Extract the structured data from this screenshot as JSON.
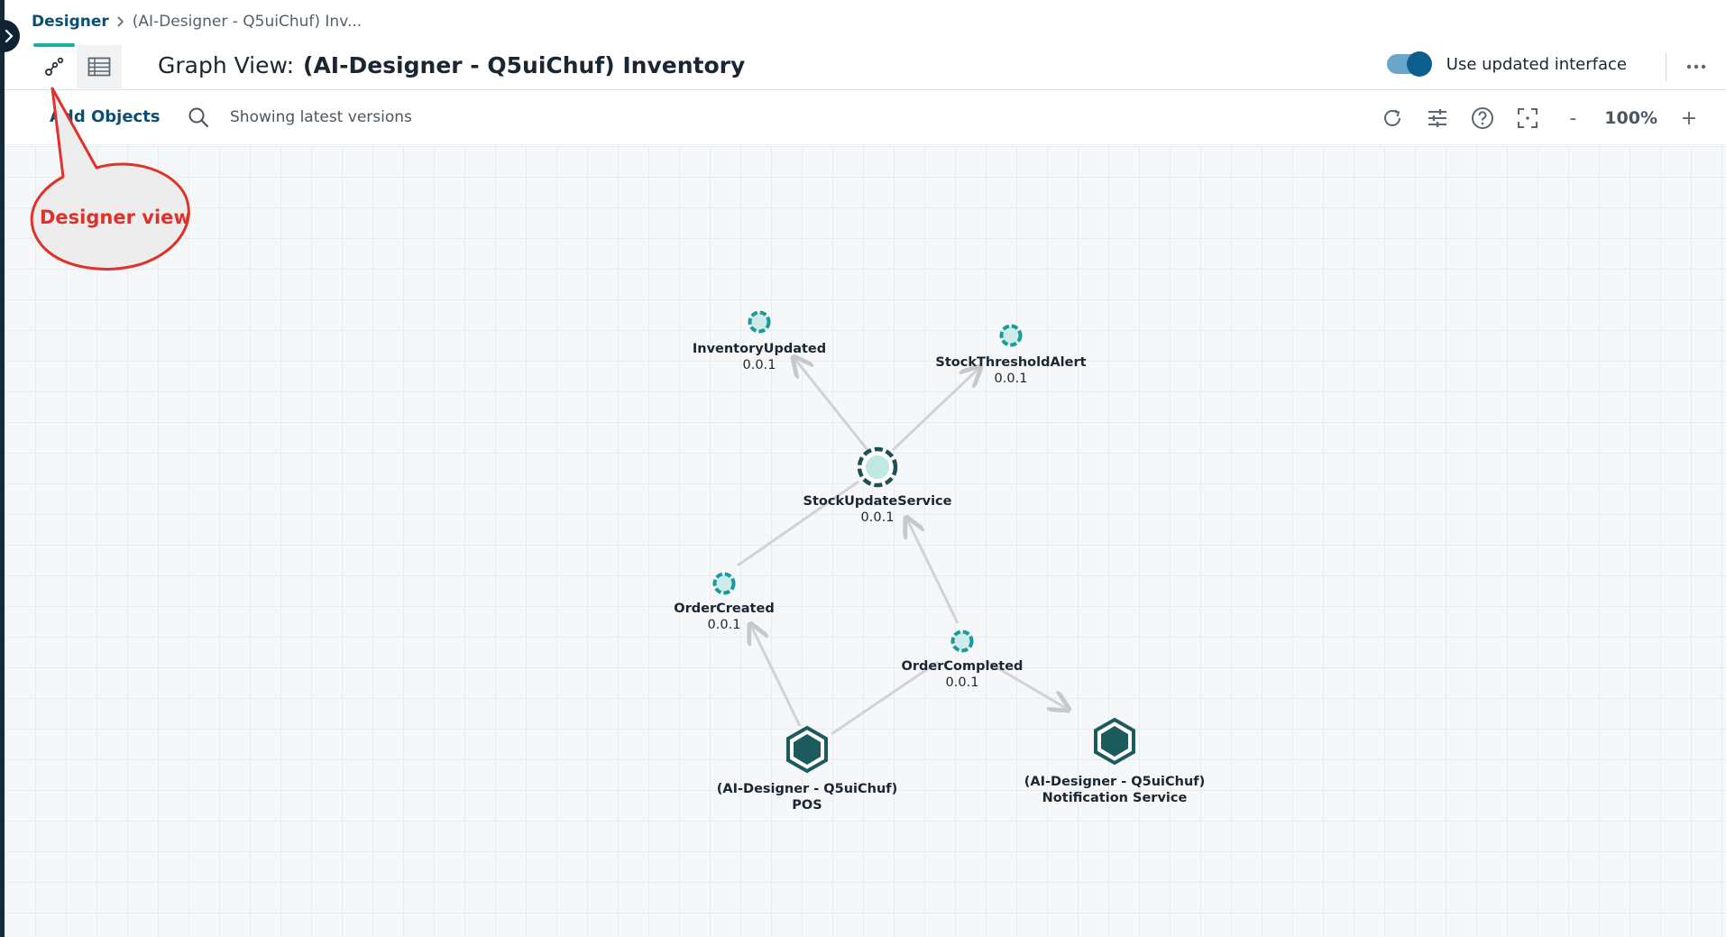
{
  "breadcrumb": {
    "root": "Designer",
    "current": "(AI-Designer - Q5uiChuf) Inv..."
  },
  "header": {
    "title_prefix": "Graph View:",
    "title_main": "(AI-Designer - Q5uiChuf) Inventory",
    "toggle_label": "Use updated interface",
    "toggle_on": true
  },
  "toolbar": {
    "add_objects": "Add Objects",
    "showing": "Showing latest versions",
    "zoom_minus": "-",
    "zoom_level": "100%",
    "zoom_plus": "+"
  },
  "callout": {
    "text": "Designer view"
  },
  "graph": {
    "nodes": [
      {
        "id": "inventory-updated",
        "name": "InventoryUpdated",
        "version": "0.0.1",
        "kind": "event"
      },
      {
        "id": "stock-threshold-alert",
        "name": "StockThresholdAlert",
        "version": "0.0.1",
        "kind": "event"
      },
      {
        "id": "stock-update-service",
        "name": "StockUpdateService",
        "version": "0.0.1",
        "kind": "service"
      },
      {
        "id": "order-created",
        "name": "OrderCreated",
        "version": "0.0.1",
        "kind": "event"
      },
      {
        "id": "order-completed",
        "name": "OrderCompleted",
        "version": "0.0.1",
        "kind": "event"
      },
      {
        "id": "pos",
        "name": "(AI-Designer - Q5uiChuf)",
        "name2": "POS",
        "kind": "application"
      },
      {
        "id": "notification-service",
        "name": "(AI-Designer - Q5uiChuf)",
        "name2": "Notification Service",
        "kind": "application"
      }
    ]
  },
  "colors": {
    "accent_teal": "#17b3a0",
    "event_node": "#1b9a99",
    "app_node": "#1d5a5e",
    "link_blue": "#0d4f72",
    "callout_red": "#e0312b"
  }
}
